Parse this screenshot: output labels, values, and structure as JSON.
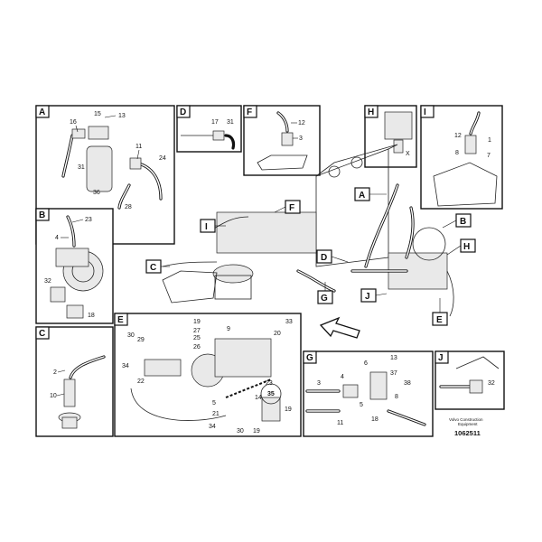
{
  "panels": {
    "A": {
      "letter": "A",
      "callouts": [
        "15",
        "13",
        "16",
        "31",
        "36",
        "11",
        "24",
        "28"
      ]
    },
    "B": {
      "letter": "B",
      "callouts": [
        "23",
        "4",
        "32",
        "18"
      ]
    },
    "C": {
      "letter": "C",
      "callouts": [
        "2",
        "10"
      ]
    },
    "D": {
      "letter": "D",
      "callouts": [
        "17",
        "31"
      ]
    },
    "E": {
      "letter": "E",
      "callouts": [
        "19",
        "27",
        "25",
        "26",
        "9",
        "33",
        "20",
        "30",
        "29",
        "34",
        "22",
        "5",
        "21",
        "34",
        "14",
        "23",
        "35",
        "19",
        "30",
        "19"
      ]
    },
    "F": {
      "letter": "F",
      "callouts": [
        "12",
        "3"
      ]
    },
    "G": {
      "letter": "G",
      "callouts": [
        "6",
        "13",
        "4",
        "3",
        "37",
        "38",
        "11",
        "5",
        "18",
        "8"
      ]
    },
    "H": {
      "letter": "H",
      "callouts": [
        "X"
      ]
    },
    "I": {
      "letter": "I",
      "callouts": [
        "12",
        "1",
        "8",
        "7"
      ]
    },
    "J": {
      "letter": "J",
      "callouts": [
        "32"
      ]
    }
  },
  "main_tags": [
    "A",
    "B",
    "C",
    "D",
    "E",
    "F",
    "G",
    "H",
    "I",
    "J"
  ],
  "footer": {
    "line1": "Volvo Construction",
    "line2": "Equipment",
    "code": "1062511"
  }
}
